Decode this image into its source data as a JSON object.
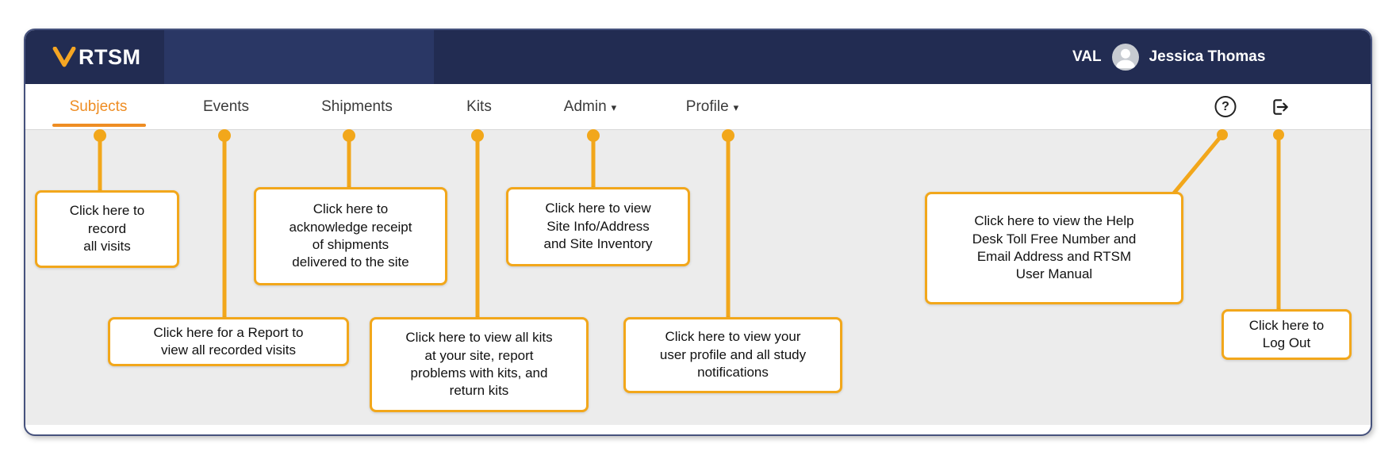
{
  "header": {
    "brand": "RTSM",
    "site_code": "VAL",
    "user_name": "Jessica Thomas"
  },
  "nav": {
    "items": [
      {
        "label": "Subjects",
        "active": true
      },
      {
        "label": "Events"
      },
      {
        "label": "Shipments"
      },
      {
        "label": "Kits"
      },
      {
        "label": "Admin",
        "caret": "▾"
      },
      {
        "label": "Profile",
        "caret": "▾"
      }
    ],
    "help_glyph": "?"
  },
  "callouts": {
    "subjects": {
      "text": "Click here to\nrecord\nall visits"
    },
    "events": {
      "text": "Click here for a Report to\nview all recorded visits"
    },
    "shipments": {
      "text": "Click here to\nacknowledge receipt\nof shipments\ndelivered to the site"
    },
    "kits": {
      "text": "Click here to view all kits\nat your site, report\nproblems with kits, and\nreturn kits"
    },
    "admin": {
      "text": "Click here to view\nSite Info/Address\nand Site Inventory"
    },
    "profile": {
      "text": "Click here to view your\nuser profile and all study\nnotifications"
    },
    "help": {
      "text": "Click here to view the Help\nDesk Toll Free Number and\nEmail Address and RTSM\nUser Manual"
    },
    "logout": {
      "text": "Click here to\nLog Out"
    }
  },
  "colors": {
    "header_bg": "#222C52",
    "header_block": "#2A3765",
    "accent": "#F2A71B",
    "active_tab": "#EE8D23",
    "panel_border": "#46527D",
    "canvas_bg": "#ECECEC"
  }
}
